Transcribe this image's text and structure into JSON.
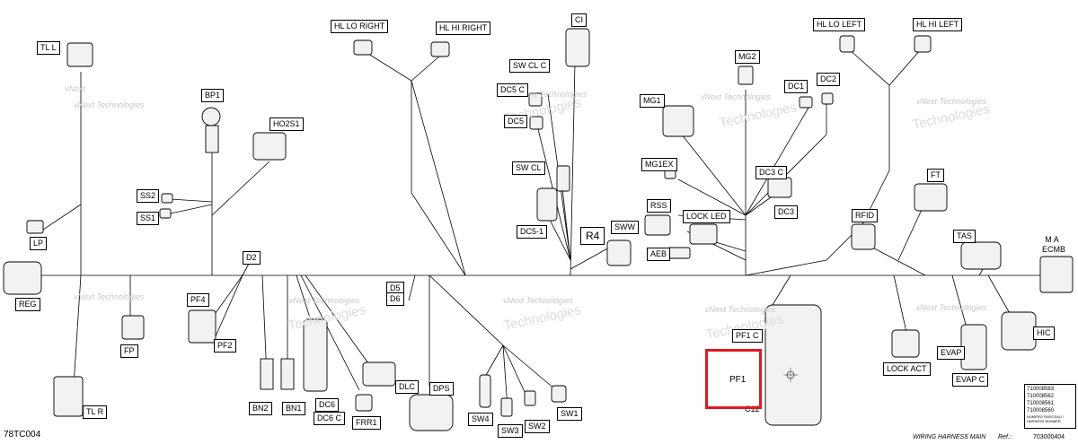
{
  "labels": {
    "tl_l": "TL L",
    "hl_lo_right": "HL LO RIGHT",
    "hl_hi_right": "HL HI RIGHT",
    "ci": "CI",
    "sw_cl_c": "SW CL C",
    "dc5_c": "DC5 C",
    "dc5": "DC5",
    "sw_cl": "SW CL",
    "dc5_1": "DC5-1",
    "r4": "R4",
    "sww": "SWW",
    "mg2": "MG2",
    "mg1": "MG1",
    "dc1": "DC1",
    "dc2": "DC2",
    "hl_lo_left": "HL LO LEFT",
    "hl_hi_left": "HL HI LEFT",
    "mg1ex": "MG1EX",
    "dc3_c": "DC3 C",
    "dc3": "DC3",
    "rss": "RSS",
    "lock_led": "LOCK LED",
    "aeb": "AEB",
    "ft": "FT",
    "rfid": "RFID",
    "tas": "TAS",
    "m_a": "M    A",
    "ecmb": "ECMB",
    "bp1": "BP1",
    "ho2s1": "HO2S1",
    "ss2": "SS2",
    "ss1": "SS1",
    "lp": "LP",
    "reg": "REG",
    "d2": "D2",
    "pf4": "PF4",
    "pf2": "PF2",
    "d5": "D5",
    "d6": "D6",
    "fp": "FP",
    "tl_r": "TL R",
    "bn2": "BN2",
    "bn1": "BN1",
    "dc6": "DC6",
    "dc6_c": "DC6 C",
    "frr1": "FRR1",
    "dlc": "DLC",
    "dps": "DPS",
    "sw4": "SW4",
    "sw3": "SW3",
    "sw2": "SW2",
    "sw1": "SW1",
    "pf1_c": "PF1 C",
    "pf1": "PF1",
    "c12": "C12",
    "lock_act": "LOCK ACT",
    "evap": "EVAP",
    "evap_c": "EVAP C",
    "hic": "HIC"
  },
  "watermark": {
    "brand_top": "vNext",
    "brand_bottom": "Technologies",
    "brand_full": "vNext Technologies"
  },
  "footer": {
    "drawing_id": "78TC004",
    "title": "WIRING HARNESS  MAIN",
    "ref_label": "Ref.:",
    "ref_value": "703000404",
    "part_numbers": [
      "710008583",
      "710008562",
      "710008561",
      "710008560"
    ],
    "part_caption": "NUMÉRO FAISCEAU / HARNESS NUMBER"
  },
  "colors": {
    "line": "#000000",
    "highlight": "#e0191e",
    "watermark": "#c8c8c8"
  }
}
